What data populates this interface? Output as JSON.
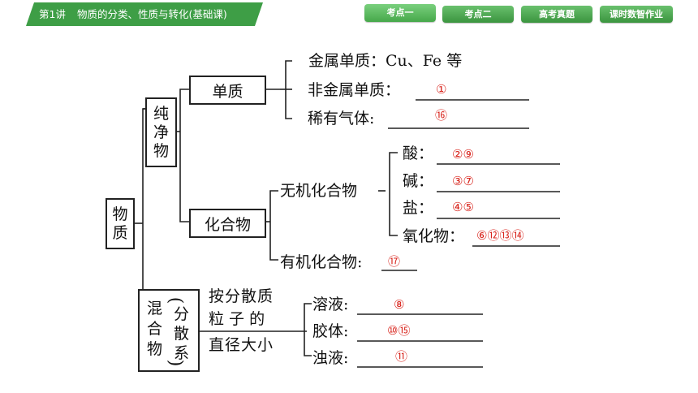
{
  "header": {
    "lecture_num": "第1讲",
    "lecture_title": "物质的分类、性质与转化(基础课)",
    "nav": [
      "考点一",
      "考点二",
      "高考真题",
      "课时数智作业"
    ]
  },
  "diagram": {
    "root": [
      "物",
      "质"
    ],
    "pure": [
      "纯",
      "净",
      "物"
    ],
    "element": "单质",
    "element_items": [
      "金属单质：Cu、Fe 等",
      "非金属单质：",
      "稀有气体:"
    ],
    "compound": "化合物",
    "inorganic": "无机化合物",
    "inorganic_items": [
      "酸：",
      "碱：",
      "盐：",
      "氧化物："
    ],
    "organic": "有机化合物:",
    "mixture": [
      "混",
      "合",
      "物"
    ],
    "mixture_note": [
      "分",
      "散",
      "系"
    ],
    "paren_open": "(",
    "paren_close": ")",
    "criterion": [
      "按分散质",
      "粒 子 的",
      "直径大小"
    ],
    "mixture_items": [
      "溶液:",
      "胶体:",
      "浊液:"
    ]
  },
  "answers": {
    "nonmetal": "①",
    "noble_gas": "⑯",
    "acid": "②⑨",
    "base": "③⑦",
    "salt": "④⑤",
    "oxide": "⑥⑫⑬⑭",
    "organic": "⑰",
    "solution": "⑧",
    "colloid": "⑩⑮",
    "suspension": "⑪"
  },
  "colors": {
    "brand_green": "#3e9e46",
    "answer_red": "#d8231b"
  }
}
